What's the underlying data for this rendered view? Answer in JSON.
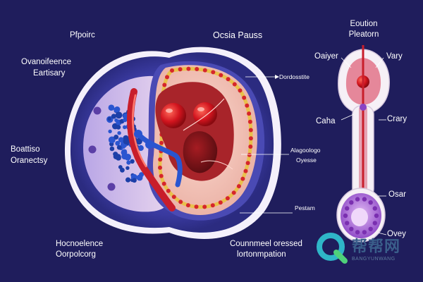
{
  "labels": {
    "top_left": "Pfpoirc",
    "top_center": "Ocsia Pauss",
    "top_right_line1": "Eoution",
    "top_right_line2": "Pleatorn",
    "left_upper_line1": "Ovanoifeence",
    "left_upper_line2": "Eartisary",
    "left_mid_line1": "Boattiso",
    "left_mid_line2": "Oranectsy",
    "bottom_left_line1": "Hocnoelence",
    "bottom_left_line2": "Oorpolcorg",
    "bottom_center_line1": "Counnmeel oressed",
    "bottom_center_line2": "lortonmpation",
    "callout_top": "Dordosstite",
    "callout_mid_line1": "Alagoologo",
    "callout_mid_line2": "Oyesse",
    "callout_bottom": "Pestam",
    "right_ovary": "Oaiyer",
    "right_vary": "Vary",
    "right_cana": "Caha",
    "right_cervy": "Crary",
    "right_osar": "Osar",
    "right_ovey": "Ovey"
  },
  "watermark": {
    "brand_cn": "帮帮网",
    "brand_en": "BANGYUNWANG"
  },
  "colors": {
    "background": "#1f1d5c",
    "outer_ring": "#3a3a9a",
    "inner_tissue": "#f0c7bb",
    "red_vessel": "#c81e2b",
    "dark_chamber": "#7a1418",
    "follicle_blue": "#2a55d0",
    "purple_ovary": "#a05ad0",
    "yellow_ring": "#e8c14c"
  }
}
